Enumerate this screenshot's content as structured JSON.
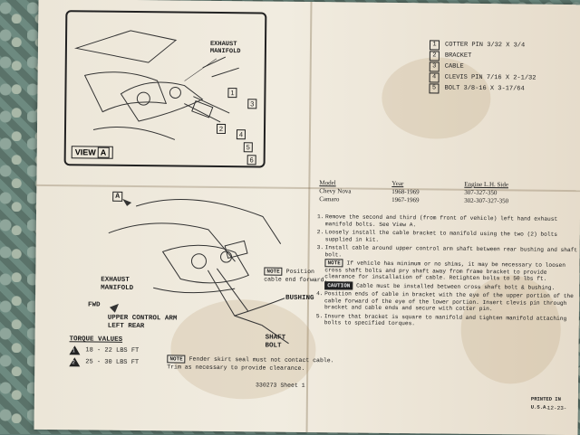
{
  "view_a": {
    "label": "VIEW",
    "letter": "A",
    "exhaust_manifold_label": "EXHAUST\nMANIFOLD",
    "callouts": [
      "1",
      "2",
      "3",
      "4",
      "5",
      "6"
    ]
  },
  "parts_list": [
    {
      "num": "1",
      "name": "COTTER PIN 3/32 X 3/4"
    },
    {
      "num": "2",
      "name": "BRACKET"
    },
    {
      "num": "3",
      "name": "CABLE"
    },
    {
      "num": "4",
      "name": "CLEVIS PIN 7/16 X 2-1/32"
    },
    {
      "num": "5",
      "name": "BOLT 3/8-16 X 3-17/64"
    }
  ],
  "model_table": {
    "headers": [
      "Model",
      "Year",
      "Engine L.H. Side"
    ],
    "rows": [
      [
        "Chevy Nova",
        "1968-1969",
        "307-327-350"
      ],
      [
        "Camaro",
        "1967-1969",
        "302-307-327-350"
      ]
    ]
  },
  "steps": [
    {
      "n": "1.",
      "text": "Remove the second and third (from front of vehicle) left hand exhaust manifold bolts. See View A."
    },
    {
      "n": "2.",
      "text": "Loosely install the cable bracket to manifold using the two (2) bolts supplied in kit."
    },
    {
      "n": "3.",
      "text": "Install cable around upper control arm shaft between rear bushing and shaft bolt."
    },
    {
      "n": "",
      "text": "If vehicle has minimum or no shims, it may be necessary to loosen cross shaft bolts and pry shaft away from frame bracket to provide clearance for installation of cable. Retighten bolts to 50 lbs ft."
    },
    {
      "n": "",
      "text": "Cable must be installed between cross shaft bolt & bushing."
    },
    {
      "n": "4.",
      "text": "Position ends of cable in bracket with the eye of the upper portion of the cable forward of the eye of the lower portion. Insert clevis pin through bracket and cable ends and secure with cotter pin."
    },
    {
      "n": "5.",
      "text": "Insure that bracket is square to manifold and tighten manifold attaching bolts to specified torques."
    }
  ],
  "step_tags": {
    "note": "NOTE",
    "caution": "CAUTION"
  },
  "lower_diagram": {
    "view_ref": "A",
    "exhaust_manifold_label": "EXHAUST\nMANIFOLD",
    "fwd_label": "FWD",
    "upper_control_arm_label": "UPPER CONTROL ARM\nLEFT REAR",
    "bushing_label": "BUSHING",
    "shaft_bolt_label": "SHAFT\nBOLT",
    "position_note_tag": "NOTE",
    "position_note_text": "Position\ncable end forward."
  },
  "torque": {
    "title": "TORQUE VALUES",
    "rows": [
      {
        "num": "1",
        "value": "18 - 22 LBS FT"
      },
      {
        "num": "2",
        "value": "25 - 30 LBS FT"
      }
    ]
  },
  "fender_note": {
    "tag": "NOTE",
    "text": "Fender skirt seal must not contact cable.\nTrim as necessary to provide clearance."
  },
  "footer": {
    "sheet": "330273 Sheet 1",
    "printed": "PRINTED IN U.S.A.",
    "date": "12-23-"
  }
}
